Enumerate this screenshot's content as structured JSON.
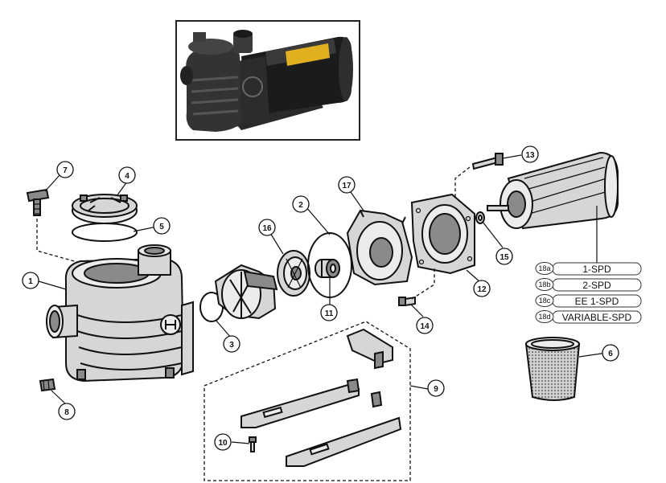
{
  "callouts": [
    {
      "id": "1",
      "label": "1"
    },
    {
      "id": "2",
      "label": "2"
    },
    {
      "id": "3",
      "label": "3"
    },
    {
      "id": "4",
      "label": "4"
    },
    {
      "id": "5",
      "label": "5"
    },
    {
      "id": "6",
      "label": "6"
    },
    {
      "id": "7",
      "label": "7"
    },
    {
      "id": "8",
      "label": "8"
    },
    {
      "id": "9",
      "label": "9"
    },
    {
      "id": "10",
      "label": "10"
    },
    {
      "id": "11",
      "label": "11"
    },
    {
      "id": "12",
      "label": "12"
    },
    {
      "id": "13",
      "label": "13"
    },
    {
      "id": "14",
      "label": "14"
    },
    {
      "id": "15",
      "label": "15"
    },
    {
      "id": "16",
      "label": "16"
    },
    {
      "id": "17",
      "label": "17"
    }
  ],
  "motor_options": [
    {
      "code": "18a",
      "label": "1-SPD"
    },
    {
      "code": "18b",
      "label": "2-SPD"
    },
    {
      "code": "18c",
      "label": "EE 1-SPD"
    },
    {
      "code": "18d",
      "label": "VARIABLE-SPD"
    }
  ],
  "colors": {
    "ink": "#111111",
    "part_fill": "#d6d6d6",
    "photo_frame": "#222222",
    "motor_label": "#e0b020"
  }
}
